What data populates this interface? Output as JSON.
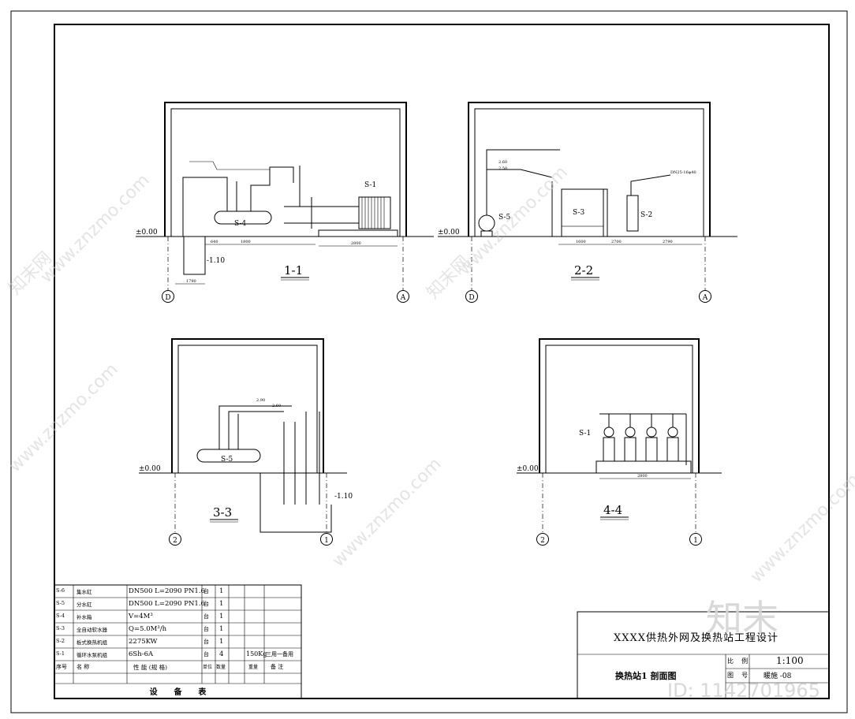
{
  "sections": {
    "s11": {
      "label": "1-1",
      "elevation": "±0.00",
      "depth": "-1.10",
      "equipment": "S-4",
      "equipment2": "S-1",
      "axis_left": "D",
      "axis_right": "A",
      "dims": [
        "1790",
        "1800",
        "2800",
        "640"
      ]
    },
    "s22": {
      "label": "2-2",
      "elevation": "±0.00",
      "equipment_a": "S-5",
      "equipment_b": "S-3",
      "equipment_c": "S-2",
      "axis_left": "D",
      "axis_right": "A",
      "dims": [
        "1600",
        "2700",
        "2790"
      ],
      "notes": [
        "2.60",
        "2.50",
        "DN25-16φ40"
      ]
    },
    "s33": {
      "label": "3-3",
      "elevation": "±0.00",
      "depth": "-1.10",
      "equipment": "S-5",
      "axis_left": "2",
      "axis_right": "1",
      "notes": [
        "2.90",
        "2.60"
      ]
    },
    "s44": {
      "label": "4-4",
      "elevation": "±0.00",
      "equipment": "S-1",
      "axis_left": "2",
      "axis_right": "1",
      "dims": [
        "2800"
      ]
    }
  },
  "equipment_table": {
    "title": "设      备      表",
    "header": [
      "序号",
      "名      称",
      "性  能  (规  格)",
      "单位",
      "数量",
      "重量",
      "备  注"
    ],
    "rows": [
      {
        "no": "S-6",
        "name": "集水缸",
        "spec": "DN500  L=2090  PN1.6",
        "unit": "台",
        "qty": "1",
        "weight": "",
        "note": ""
      },
      {
        "no": "S-5",
        "name": "分水缸",
        "spec": "DN500  L=2090  PN1.6",
        "unit": "台",
        "qty": "1",
        "weight": "",
        "note": ""
      },
      {
        "no": "S-4",
        "name": "补水箱",
        "spec": "V=4M³",
        "unit": "台",
        "qty": "1",
        "weight": "",
        "note": ""
      },
      {
        "no": "S-3",
        "name": "全自动软水器",
        "spec": "Q=5.0M³/h",
        "unit": "台",
        "qty": "1",
        "weight": "",
        "note": ""
      },
      {
        "no": "S-2",
        "name": "板式换热机组",
        "spec": "2275KW",
        "unit": "台",
        "qty": "1",
        "weight": "",
        "note": ""
      },
      {
        "no": "S-1",
        "name": "循环水泵机组",
        "spec": "6Sh-6A",
        "unit": "台",
        "qty": "4",
        "weight": "150Kg",
        "note": "三用一备用"
      }
    ]
  },
  "title_block": {
    "project": "XXXX供热外网及换热站工程设计",
    "drawing": "换热站1 剖面图",
    "scale_label": "比    例",
    "scale": "1:100",
    "drawing_no_label": "图    号",
    "drawing_no": "暖施 -08"
  },
  "watermarks": {
    "site": "www.znzmo.com",
    "brand": "知末网",
    "logo": "知末",
    "id": "ID: 1142701965"
  }
}
